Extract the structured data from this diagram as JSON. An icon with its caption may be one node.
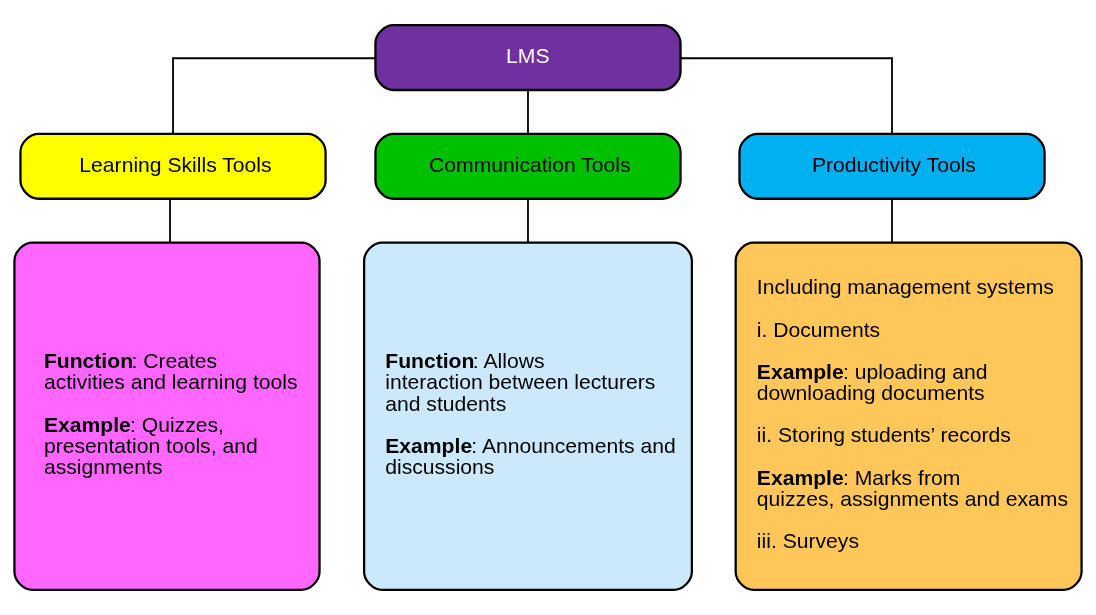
{
  "diagram": {
    "nodes": [
      {
        "text": [
          "LMS"
        ]
      },
      {
        "text": [
          "Learning Skills Tools"
        ]
      },
      {
        "text": [
          "Communication Tools"
        ]
      },
      {
        "text": [
          "Productivity Tools"
        ]
      },
      {
        "text": [
          "**Function**: Creates activities and learning tools",
          "**Example**: Quizzes, presentation tools, and assignments"
        ]
      },
      {
        "text": [
          "**Function**: Allows interaction between lecturers and students",
          "**Example**: Announcements and discussions"
        ]
      },
      {
        "text": [
          "Including management systems",
          "i. Documents",
          "**Example**: uploading and downloading documents",
          "ii. Storing students’ records",
          "**Example**: Marks from quizzes, assignments and exams",
          "iii. Surveys"
        ]
      }
    ],
    "edges": [
      {
        "from": 0,
        "to": 1,
        "arrow": "none"
      },
      {
        "from": 0,
        "to": 2,
        "arrow": "none"
      },
      {
        "from": 0,
        "to": 3,
        "arrow": "none"
      },
      {
        "from": 1,
        "to": 4,
        "arrow": "none"
      },
      {
        "from": 2,
        "to": 5,
        "arrow": "none"
      },
      {
        "from": 3,
        "to": 6,
        "arrow": "none"
      }
    ]
  }
}
